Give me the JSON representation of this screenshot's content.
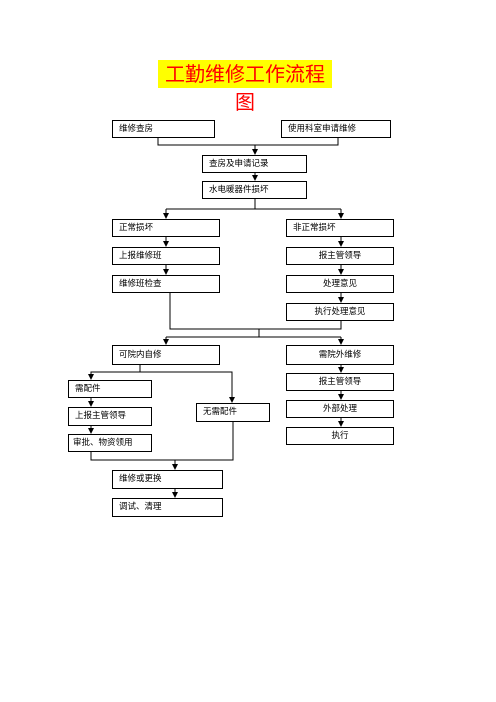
{
  "title": "工勤维修工作流程图",
  "nodes": {
    "maintenance_inspection": "维修查房",
    "dept_request": "使用科室申请维修",
    "inspection_record": "查房及申请记录",
    "equipment_damage": "水电暖器件损坏",
    "normal_damage": "正常损坏",
    "abnormal_damage": "非正常损坏",
    "report_team": "上报维修班",
    "report_leader_right": "报主管领导",
    "team_check": "维修班检查",
    "handling_opinion": "处理意见",
    "execute_opinion": "执行处理意见",
    "in_house_repair": "可院内自修",
    "external_repair": "需院外维修",
    "report_leader_right2": "报主管领导",
    "external_handling": "外部处理",
    "execute": "执行",
    "need_parts": "需配件",
    "report_leader_left": "上报主管领导",
    "approve_materials": "审批、物资领用",
    "no_parts": "无需配件",
    "repair_replace": "维修或更换",
    "debug_clean": "调试、清理"
  }
}
